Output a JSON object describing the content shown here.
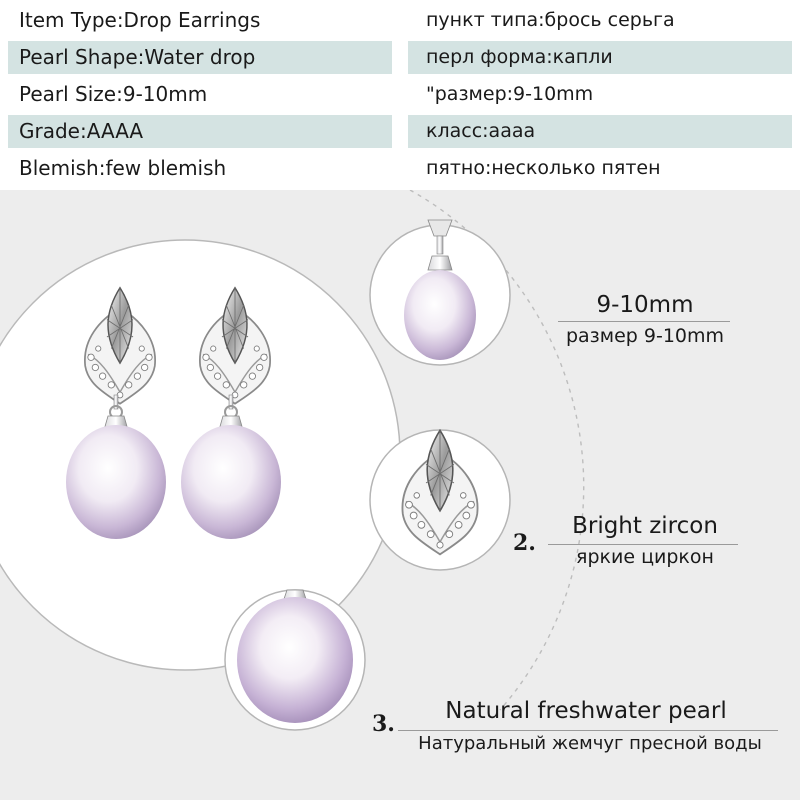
{
  "specs": [
    {
      "en": "Item Type:Drop Earrings",
      "ru": "пункт типа:брось серьга"
    },
    {
      "en": "Pearl Shape:Water drop",
      "ru": "перл форма:капли"
    },
    {
      "en": "Pearl Size:9-10mm",
      "ru": "\"размер:9-10mm"
    },
    {
      "en": "Grade:AAAA",
      "ru": "класс:аааа"
    },
    {
      "en": "Blemish:few blemish",
      "ru": "пятно:несколько пятен"
    }
  ],
  "features": [
    {
      "number": "",
      "title": "9-10mm",
      "subtitle": "размер 9-10mm"
    },
    {
      "number": "2.",
      "title": "Bright zircon",
      "subtitle": "яркие циркон"
    },
    {
      "number": "3.",
      "title": "Natural freshwater pearl",
      "subtitle": "Натуральный жемчуг пресной воды"
    }
  ],
  "colors": {
    "row_shade": "#d4e3e2",
    "panel_bg": "#ededed",
    "pearl": "#f4eef6",
    "pearl_tint": "#b7a3c8",
    "silver": "#c8c8cc"
  }
}
